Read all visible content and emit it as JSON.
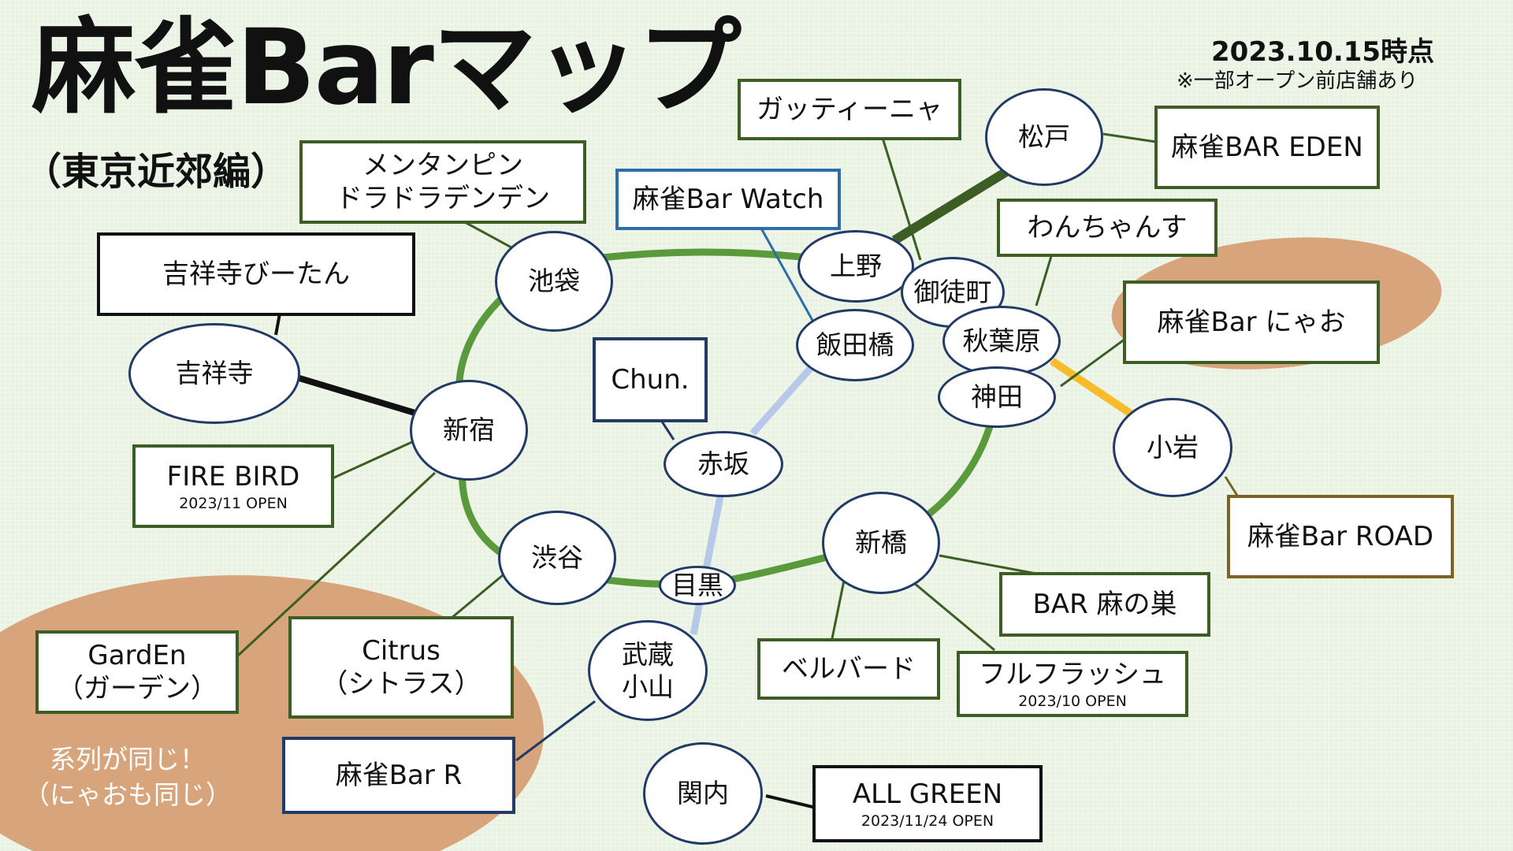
{
  "header": {
    "title": "麻雀Barマップ",
    "subtitle": "（東京近郊編）",
    "date": "2023.10.15時点",
    "note": "※一部オープン前店舗あり"
  },
  "colors": {
    "background": "#e9f3e2",
    "loop_line": "#5b9a3c",
    "highlight_blob": "#d7a47b",
    "box_border_default": "#3c5e24",
    "box_border_black": "#111111",
    "box_border_blue": "#2d6da8",
    "box_border_navy": "#213a66",
    "box_border_gold": "#7b6423",
    "line_light_blue": "#b7c9ea",
    "line_yellow": "#f7bc2b",
    "line_dark_green": "#3c5e24"
  },
  "stations": {
    "ikebukuro": "池袋",
    "shinjuku": "新宿",
    "kichijoji": "吉祥寺",
    "shibuya": "渋谷",
    "meguro": "目黒",
    "musashikoyama_1": "武蔵",
    "musashikoyama_2": "小山",
    "akasaka": "赤坂",
    "iidabashi": "飯田橋",
    "ueno": "上野",
    "okachimachi": "御徒町",
    "akihabara": "秋葉原",
    "kanda": "神田",
    "shinbashi": "新橋",
    "matsudo": "松戸",
    "koiwa": "小岩",
    "kannai": "関内"
  },
  "bars": {
    "mentanpin_1": "メンタンピン",
    "mentanpin_2": "ドラドラデンデン",
    "kichijoji_bitan": "吉祥寺びーたん",
    "fire_bird": "FIRE BIRD",
    "fire_bird_open": "2023/11 OPEN",
    "garden_1": "GardEn",
    "garden_2": "（ガーデン）",
    "citrus_1": "Citrus",
    "citrus_2": "（シトラス）",
    "bar_r": "麻雀Bar R",
    "chun": "Chun.",
    "watch": "麻雀Bar Watch",
    "gattinya": "ガッティーニャ",
    "eden": "麻雀BAR EDEN",
    "wanchans": "わんちゃんす",
    "nyao": "麻雀Bar にゃお",
    "road": "麻雀Bar ROAD",
    "asanosu": "BAR 麻の巣",
    "bellbird": "ベルバード",
    "fullflush": "フルフラッシュ",
    "fullflush_open": "2023/10 OPEN",
    "all_green": "ALL GREEN",
    "all_green_open": "2023/11/24 OPEN"
  },
  "group_note": {
    "line1": "系列が同じ！",
    "line2": "（にゃおも同じ）"
  }
}
